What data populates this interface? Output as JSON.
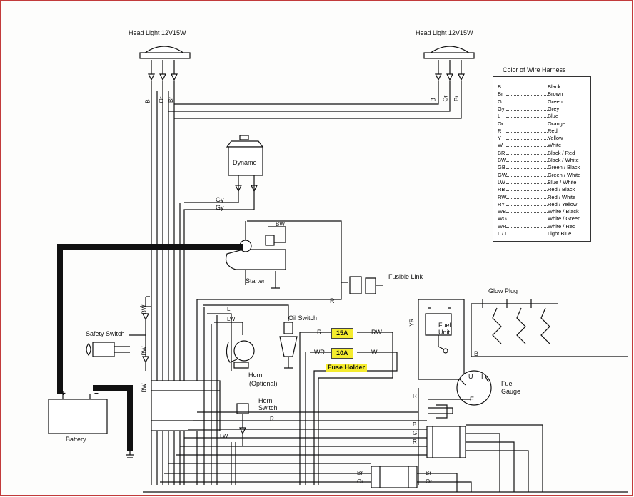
{
  "headlights": {
    "left": "Head Light 12V15W",
    "right": "Head Light 12V15W"
  },
  "components": {
    "dynamo": "Dynamo",
    "starter": "Starter",
    "fusible_link": "Fusible Link",
    "oil_switch": "Oil Switch",
    "safety_switch": "Safety Switch",
    "horn": "Horn",
    "horn_optional": "(Optional)",
    "horn_switch_line1": "Horn",
    "horn_switch_line2": "Switch",
    "battery": "Battery",
    "glow_plug": "Glow Plug",
    "fuel_unit_line1": "Fuel",
    "fuel_unit_line2": "Unit",
    "fuel_gauge_line1": "Fuel",
    "fuel_gauge_line2": "Gauge",
    "fuse_holder": "Fuse Holder",
    "fuse_15a": "15A",
    "fuse_10a": "10A"
  },
  "wire_labels": {
    "b_left": "B",
    "or_left": "Or",
    "br_left": "Br",
    "b_right": "B",
    "or_right": "Or",
    "br_right": "Br",
    "gy1": "Gy",
    "gy2": "Gy",
    "bw_top": "BW",
    "bw_safety1": "BW",
    "bw_safety2": "BW",
    "bw_battery": "BW",
    "r_starter": "R",
    "l_wire": "L",
    "lw_wire": "LW",
    "lw_horn": "LW",
    "r_fuse15": "R",
    "rw_fuse15": "RW",
    "wr_fuse10": "WR",
    "w_fuse10": "W",
    "yr": "YR",
    "b_fuel": "B",
    "r_gauge": "R",
    "r_lower": "R",
    "b_lower": "B",
    "g_lower": "G",
    "r_lower2": "R",
    "br_bottom": "Br",
    "or_bottom": "Or",
    "br_bottom2": "Br",
    "or_bottom2": "Or",
    "gauge_u": "U",
    "gauge_i": "I",
    "gauge_e": "E",
    "plus": "+",
    "minus": "−"
  },
  "legend": {
    "title": "Color of Wire Harness",
    "rows": [
      {
        "code": "B",
        "name": "Black"
      },
      {
        "code": "Br",
        "name": "Brown"
      },
      {
        "code": "G",
        "name": "Green"
      },
      {
        "code": "Gy",
        "name": "Grey"
      },
      {
        "code": "L",
        "name": "Blue"
      },
      {
        "code": "Or",
        "name": "Orange"
      },
      {
        "code": "R",
        "name": "Red"
      },
      {
        "code": "Y",
        "name": "Yellow"
      },
      {
        "code": "W",
        "name": "White"
      },
      {
        "code": "BR",
        "name": "Black / Red"
      },
      {
        "code": "BW",
        "name": "Black / White"
      },
      {
        "code": "GB",
        "name": "Green / Black"
      },
      {
        "code": "GW",
        "name": "Green / White"
      },
      {
        "code": "LW",
        "name": "Blue / White"
      },
      {
        "code": "RB",
        "name": "Red / Black"
      },
      {
        "code": "RW",
        "name": "Red / White"
      },
      {
        "code": "RY",
        "name": "Red / Yellow"
      },
      {
        "code": "WB",
        "name": "White / Black"
      },
      {
        "code": "WG",
        "name": "White / Green"
      },
      {
        "code": "WR",
        "name": "White / Red"
      },
      {
        "code": "L / L",
        "name": "Light Blue"
      }
    ]
  },
  "colors": {
    "highlight": "#f5ec2e",
    "frame": "#c23b3b",
    "line": "#111111"
  }
}
